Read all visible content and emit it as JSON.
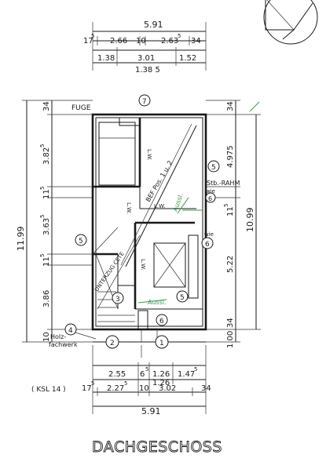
{
  "drawing": {
    "title": "DACHGESCHOSS",
    "fuge_label": "FUGE",
    "stb_rahm": "Stb.-RAHM",
    "holzfachwerk_1": "Holz-",
    "holzfachwerk_2": "fachwerk",
    "ksl_note": "( KSL 14 )",
    "wie_1": "wie",
    "wie_2": "wie",
    "unterzug": "UNTERZUG CETE",
    "lw_labels": [
      "L.W.",
      "L.W.",
      "L.W.",
      "L.W."
    ],
    "bef_pos": "BEF Pos. 1 u. 2",
    "green_notes": [
      "Aussl.",
      "Aussl."
    ]
  },
  "circles": {
    "c7": "7",
    "c5_top": "5",
    "c6_mid": "6",
    "c6_right": "6",
    "c5_left": "5",
    "c3": "3",
    "c5_bottom": "5",
    "c6_bottom": "6",
    "c4": "4",
    "c2": "2",
    "c1": "1"
  },
  "dims_top": {
    "total": "5.91",
    "s1": "17",
    "s1_sup": "5",
    "s2": "2.66",
    "s3": "10",
    "s4": "2.63",
    "s4_sup": "5",
    "s5": "34",
    "r2_a": "1.38",
    "r2_b": "3.01",
    "r2_c": "1.52",
    "r2_d": "1.38 5"
  },
  "dims_left": {
    "total": "11.99",
    "a": "34",
    "b": "3.82",
    "b_sup": "5",
    "c": "11",
    "c_sup": "5",
    "d": "3.63",
    "d_sup": "5",
    "e": "11",
    "e_sup": "5",
    "f": "3.86",
    "g": "10"
  },
  "dims_right": {
    "total": "10.99",
    "a": "34",
    "b": "4.975",
    "c": "11",
    "c_sup": "5",
    "d": "5.22",
    "e": "34",
    "f": "1.00"
  },
  "dims_bottom": {
    "total": "5.91",
    "r1_a": "2.55",
    "r1_b": "6",
    "r1_b_sup": "5",
    "r1_c": "1.26",
    "r1_d": "1.47",
    "r1_d_sup": "5",
    "r1_c2": "1.26",
    "r2_a": "17",
    "r2_a_sup": "5",
    "r2_b": "2.27",
    "r2_b_sup": "5",
    "r2_c": "10",
    "r2_d": "3.02",
    "r2_e": "34"
  }
}
